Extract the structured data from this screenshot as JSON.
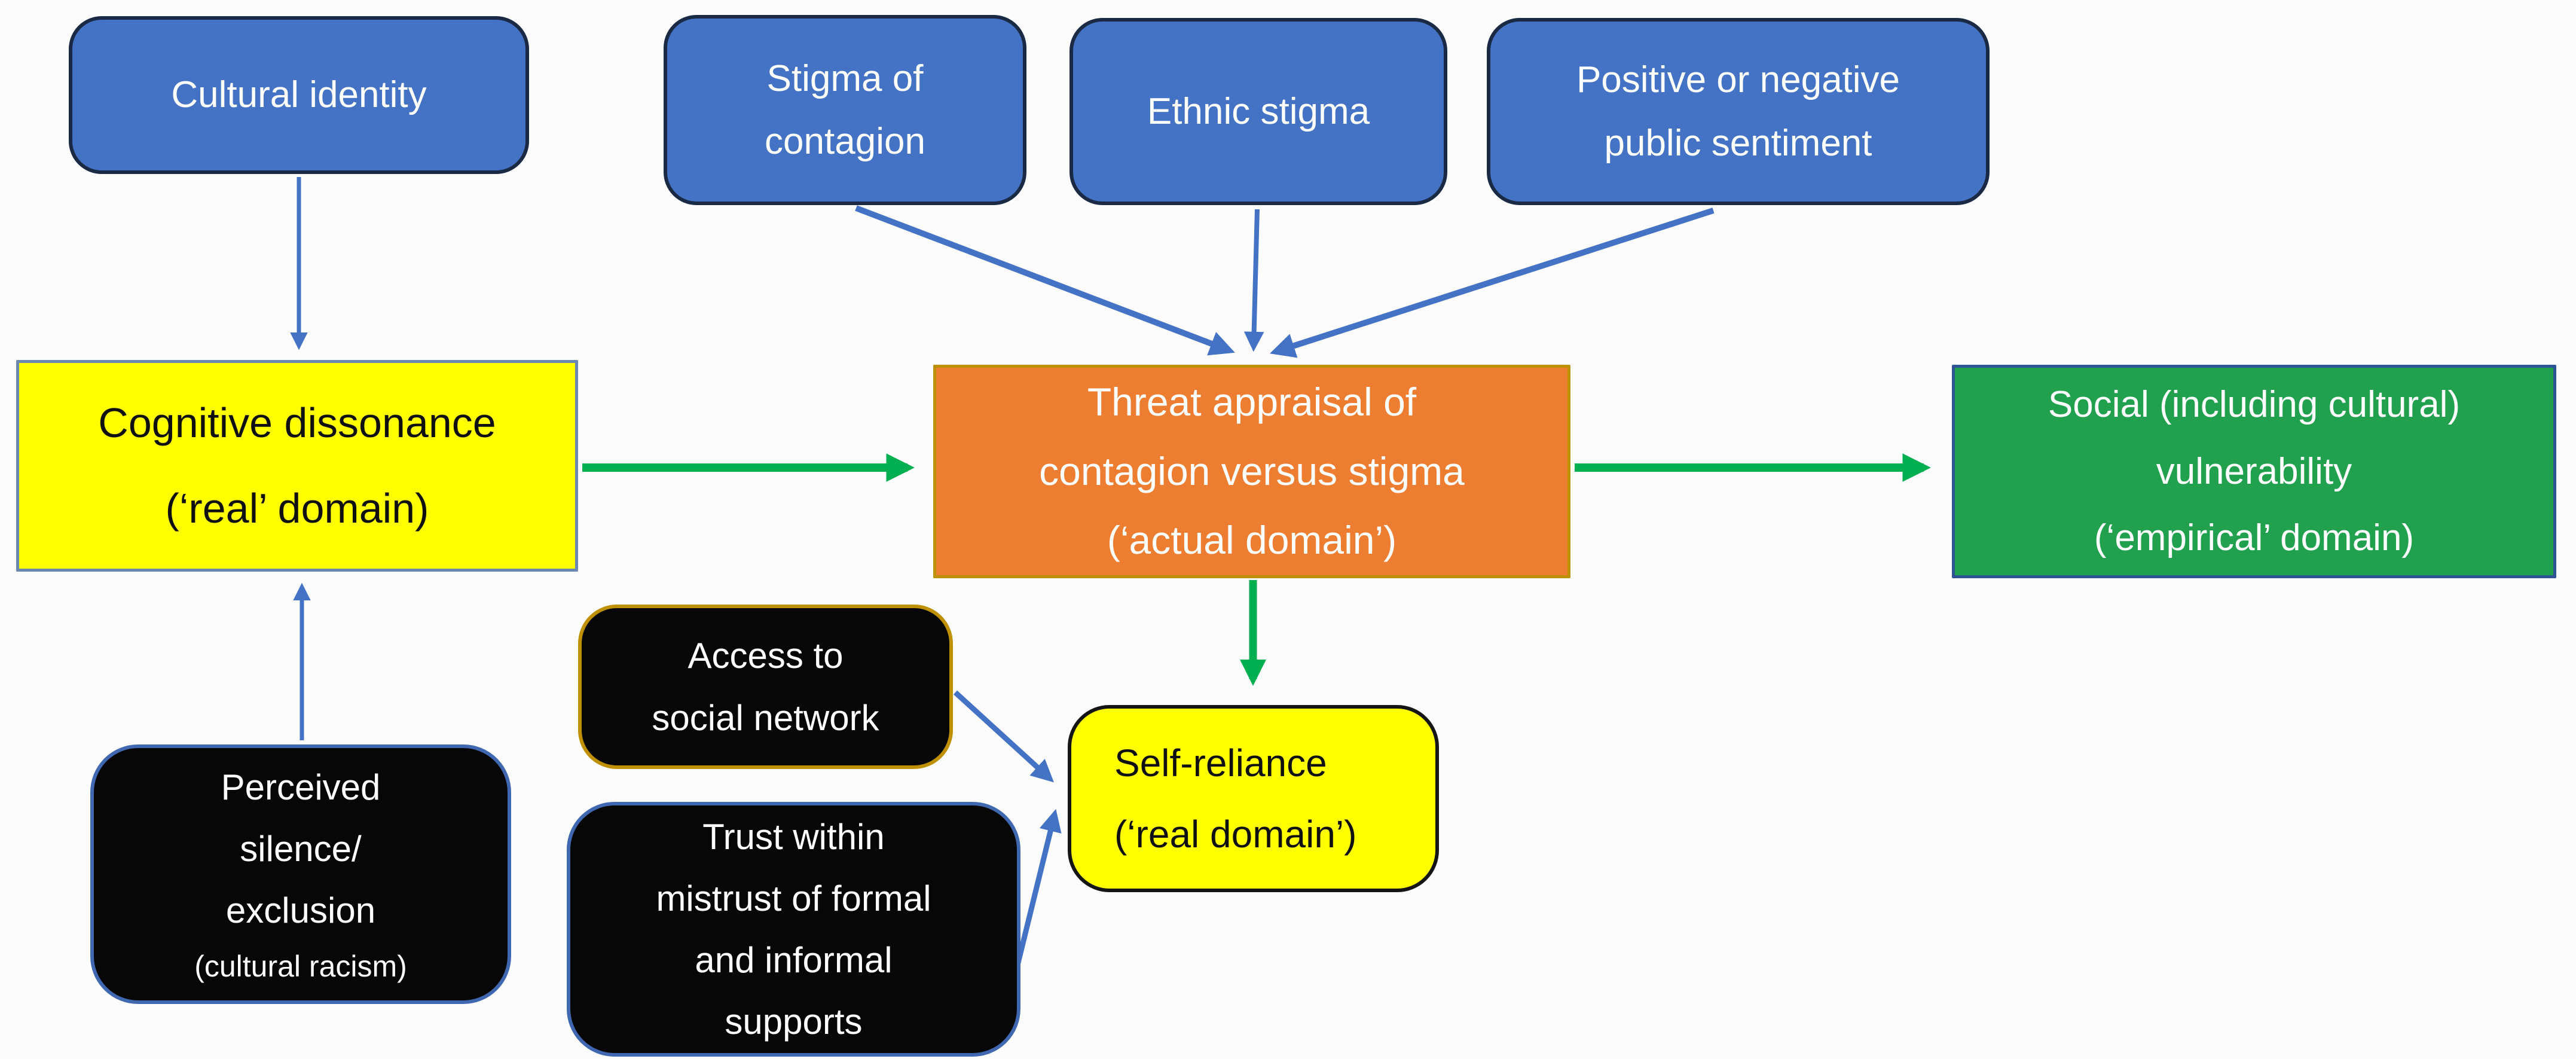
{
  "diagram": {
    "description": "Conceptual model: stigma and cultural factors feeding threat appraisal of contagion versus stigma, leading to social vulnerability and self-reliance",
    "nodes": {
      "cultural_identity": {
        "label": "Cultural identity"
      },
      "stigma_of_contagion": {
        "lines": [
          "Stigma of",
          "contagion"
        ]
      },
      "ethnic_stigma": {
        "label": "Ethnic stigma"
      },
      "public_sentiment": {
        "lines": [
          "Positive or negative",
          "public sentiment"
        ]
      },
      "cognitive_dissonance": {
        "lines": [
          "Cognitive dissonance",
          "(‘real’ domain)"
        ]
      },
      "threat_appraisal": {
        "lines": [
          "Threat appraisal of",
          "contagion versus stigma",
          "(‘actual domain’)"
        ]
      },
      "social_vulnerability": {
        "lines": [
          "Social (including cultural)",
          "vulnerability",
          "(‘empirical’ domain)"
        ]
      },
      "perceived_silence": {
        "lines": [
          "Perceived",
          "silence/",
          "exclusion"
        ],
        "small_line": "(cultural racism)"
      },
      "access_network": {
        "lines": [
          "Access to",
          "social network"
        ]
      },
      "trust_mistrust": {
        "lines": [
          "Trust within",
          "mistrust of formal",
          "and informal",
          "supports"
        ]
      },
      "self_reliance": {
        "lines": [
          "Self-reliance",
          "(‘real domain’)"
        ]
      }
    },
    "edges": [
      {
        "from": "cultural_identity",
        "to": "cognitive_dissonance",
        "color": "blue"
      },
      {
        "from": "stigma_of_contagion",
        "to": "threat_appraisal",
        "color": "blue"
      },
      {
        "from": "ethnic_stigma",
        "to": "threat_appraisal",
        "color": "blue"
      },
      {
        "from": "public_sentiment",
        "to": "threat_appraisal",
        "color": "blue"
      },
      {
        "from": "perceived_silence",
        "to": "cognitive_dissonance",
        "color": "blue"
      },
      {
        "from": "cognitive_dissonance",
        "to": "threat_appraisal",
        "color": "green"
      },
      {
        "from": "threat_appraisal",
        "to": "social_vulnerability",
        "color": "green"
      },
      {
        "from": "threat_appraisal",
        "to": "self_reliance",
        "color": "green"
      },
      {
        "from": "access_network",
        "to": "self_reliance",
        "color": "blue"
      },
      {
        "from": "trust_mistrust",
        "to": "self_reliance",
        "color": "blue"
      }
    ],
    "colors": {
      "blue_box_fill": "#4472C4",
      "blue_box_border": "#1B2A44",
      "yellow_fill": "#FFFF00",
      "yellow_border_gray_blue": "#6C87B0",
      "orange_fill": "#ED7D31",
      "gold_border": "#BF9000",
      "green_fill": "#21A04E",
      "green_box_border_navy": "#2F5496",
      "black_fill": "#070707",
      "black_box_blue_border": "#4068B0",
      "self_reliance_border": "#151515",
      "arrow_blue": "#4472C4",
      "arrow_green": "#00B050",
      "background": "#FCFCFD"
    }
  }
}
